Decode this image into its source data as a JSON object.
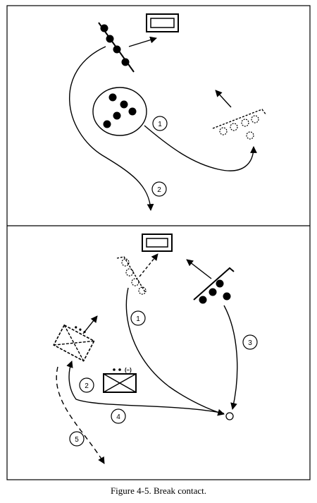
{
  "caption": "Figure 4-5. Break contact.",
  "top_panel": {
    "markers": [
      "1",
      "2"
    ]
  },
  "bottom_panel": {
    "markers": [
      "1",
      "2",
      "3",
      "4",
      "5"
    ],
    "unit_label": "(–)"
  },
  "colors": {
    "ink": "#000000",
    "paper": "#ffffff"
  }
}
